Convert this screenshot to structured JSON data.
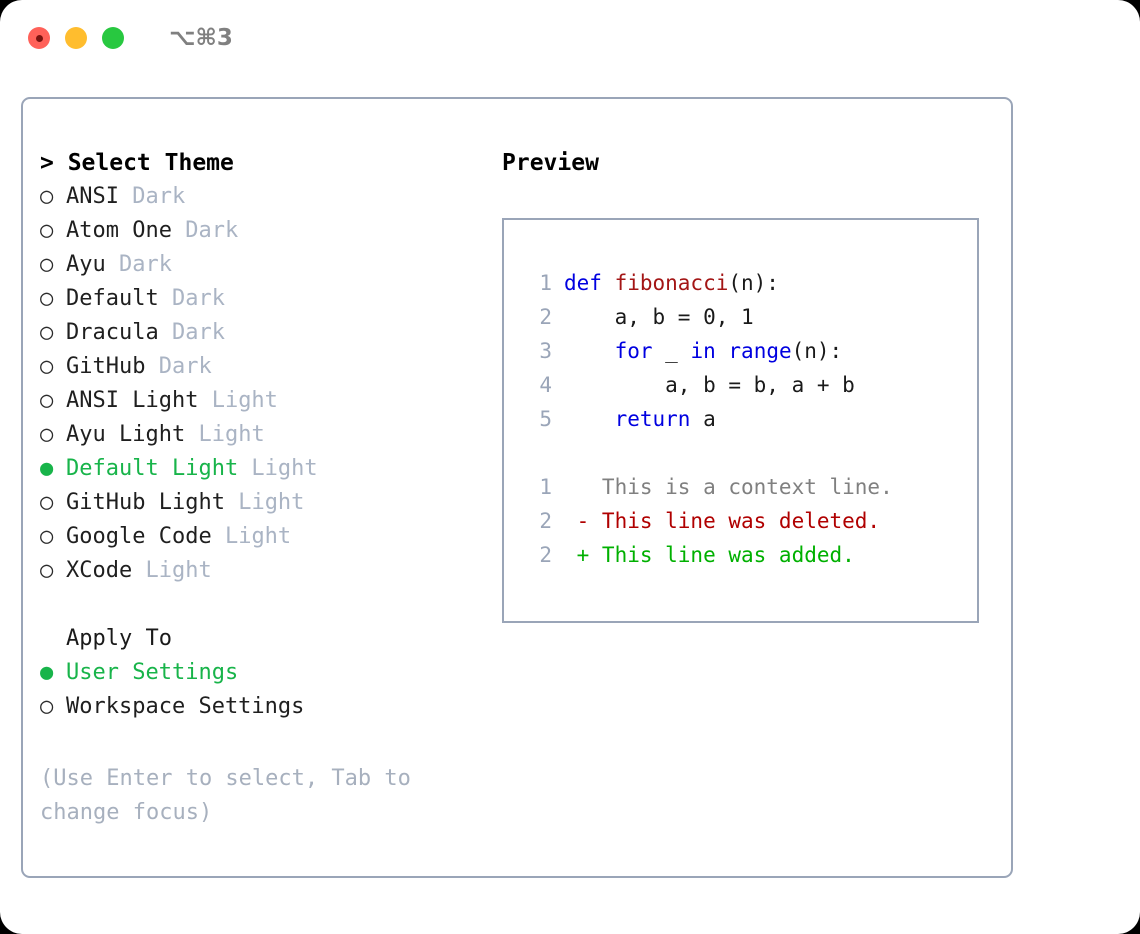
{
  "window": {
    "shortcut": "⌥⌘3",
    "traffic_lights": [
      {
        "name": "close",
        "color": "#ff6159"
      },
      {
        "name": "minimize",
        "color": "#ffbd2e"
      },
      {
        "name": "maximize",
        "color": "#28c840"
      }
    ]
  },
  "theme_picker": {
    "header": "> Select Theme",
    "items": [
      {
        "marker": "○",
        "label": "ANSI",
        "tag": "Dark",
        "selected": false
      },
      {
        "marker": "○",
        "label": "Atom One",
        "tag": "Dark",
        "selected": false
      },
      {
        "marker": "○",
        "label": "Ayu",
        "tag": "Dark",
        "selected": false
      },
      {
        "marker": "○",
        "label": "Default",
        "tag": "Dark",
        "selected": false
      },
      {
        "marker": "○",
        "label": "Dracula",
        "tag": "Dark",
        "selected": false
      },
      {
        "marker": "○",
        "label": "GitHub",
        "tag": "Dark",
        "selected": false
      },
      {
        "marker": "○",
        "label": "ANSI Light",
        "tag": "Light",
        "selected": false
      },
      {
        "marker": "○",
        "label": "Ayu Light",
        "tag": "Light",
        "selected": false
      },
      {
        "marker": "●",
        "label": "Default Light",
        "tag": "Light",
        "selected": true
      },
      {
        "marker": "○",
        "label": "GitHub Light",
        "tag": "Light",
        "selected": false
      },
      {
        "marker": "○",
        "label": "Google Code",
        "tag": "Light",
        "selected": false
      },
      {
        "marker": "○",
        "label": "XCode",
        "tag": "Light",
        "selected": false
      }
    ]
  },
  "apply_to": {
    "header": "Apply To",
    "items": [
      {
        "marker": "●",
        "label": "User Settings",
        "selected": true
      },
      {
        "marker": "○",
        "label": "Workspace Settings",
        "selected": false
      }
    ]
  },
  "hint": "(Use Enter to select, Tab to change focus)",
  "preview": {
    "title": "Preview",
    "code_lines": [
      {
        "num": "1",
        "segments": [
          {
            "text": "def ",
            "kind": "kw"
          },
          {
            "text": "fibonacci",
            "kind": "fn"
          },
          {
            "text": "(n):",
            "kind": "pl"
          }
        ]
      },
      {
        "num": "2",
        "segments": [
          {
            "text": "    a, b = 0, 1",
            "kind": "pl"
          }
        ]
      },
      {
        "num": "3",
        "segments": [
          {
            "text": "    ",
            "kind": "pl"
          },
          {
            "text": "for",
            "kind": "kw"
          },
          {
            "text": " _ ",
            "kind": "pl"
          },
          {
            "text": "in",
            "kind": "kw"
          },
          {
            "text": " ",
            "kind": "pl"
          },
          {
            "text": "range",
            "kind": "kw"
          },
          {
            "text": "(n):",
            "kind": "pl"
          }
        ]
      },
      {
        "num": "4",
        "segments": [
          {
            "text": "        a, b = b, a + b",
            "kind": "pl"
          }
        ]
      },
      {
        "num": "5",
        "segments": [
          {
            "text": "    ",
            "kind": "pl"
          },
          {
            "text": "return",
            "kind": "kw"
          },
          {
            "text": " a",
            "kind": "pl"
          }
        ]
      }
    ],
    "diff_lines": [
      {
        "num": "1",
        "segments": [
          {
            "text": "   This is a context line.",
            "kind": "ctx"
          }
        ]
      },
      {
        "num": "2",
        "segments": [
          {
            "text": " - This line was deleted.",
            "kind": "del"
          }
        ]
      },
      {
        "num": "2",
        "segments": [
          {
            "text": " + This line was added.",
            "kind": "add"
          }
        ]
      }
    ]
  },
  "colors": {
    "border": "#9aa5b8",
    "accent_green": "#18b44a",
    "tag_gray": "#aab4c4",
    "hint_gray": "#a7b0be",
    "keyword_blue": "#0000e0",
    "function_red": "#a31515",
    "diff_added": "#00b000",
    "diff_deleted": "#b00000",
    "diff_context": "#808080"
  }
}
